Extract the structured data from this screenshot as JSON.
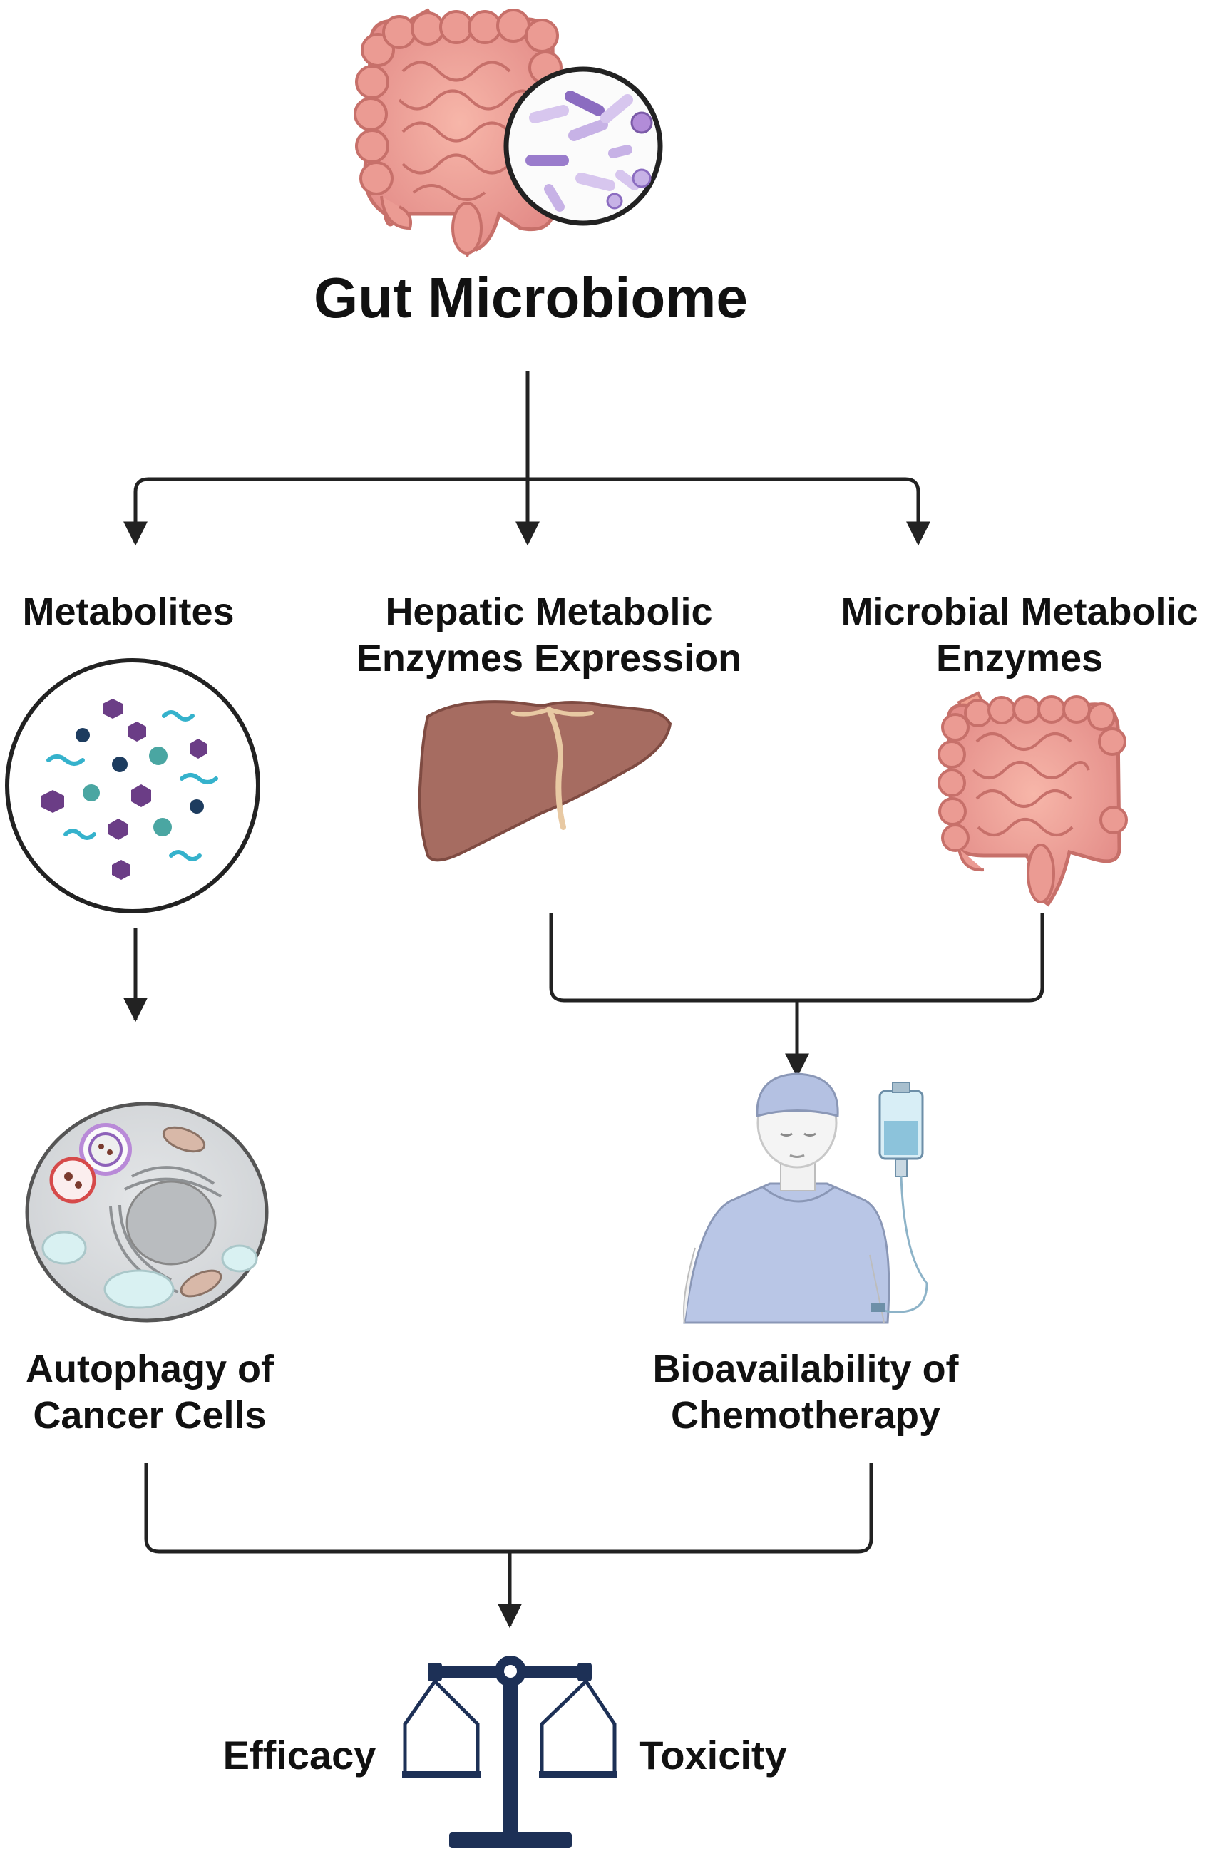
{
  "diagram": {
    "title": "Gut Microbiome",
    "nodes": {
      "metabolites": [
        "Metabolites"
      ],
      "hepatic": [
        "Hepatic Metabolic",
        "Enzymes Expression"
      ],
      "microbial": [
        "Microbial Metabolic",
        "Enzymes"
      ],
      "autophagy": [
        "Autophagy of",
        "Cancer Cells"
      ],
      "bioavailability": [
        "Bioavailability of",
        "Chemotherapy"
      ]
    },
    "balance": {
      "left": "Efficacy",
      "right": "Toxicity"
    }
  },
  "colors": {
    "arrow": "#222222",
    "intestine": "#e8918f",
    "liver": "#a5685f",
    "bacteria": "#c9b3e4",
    "cell": "#d6d8da",
    "patient": "#b8c6e6",
    "scale": "#1d3056"
  }
}
